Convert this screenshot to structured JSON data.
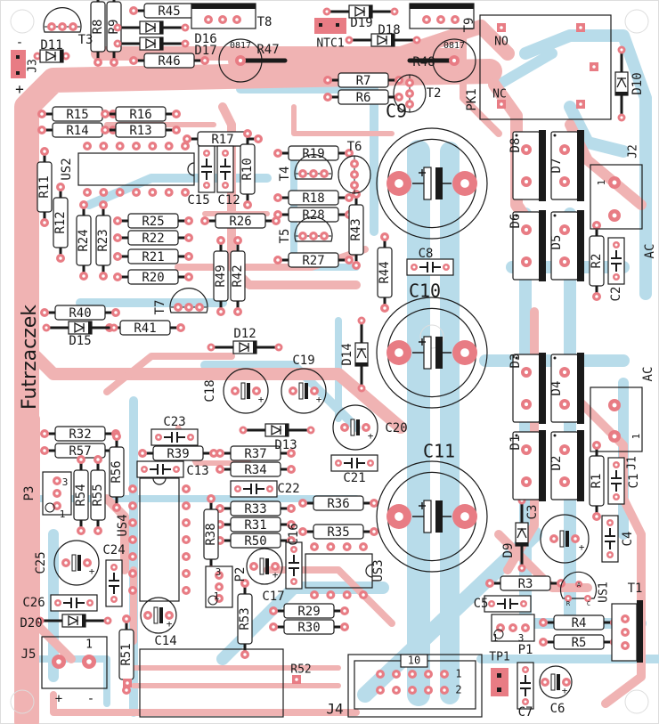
{
  "board": {
    "title": "Futrzaczek",
    "colors": {
      "background": "#ffffff",
      "top_copper": "#f0b3b3",
      "bottom_copper": "#b8dcea",
      "pad": "#e87c84",
      "silkscreen": "#1a1a1a"
    }
  },
  "resistors": [
    {
      "ref": "R45"
    },
    {
      "ref": "R46"
    },
    {
      "ref": "R8"
    },
    {
      "ref": "R9"
    },
    {
      "ref": "R15"
    },
    {
      "ref": "R16"
    },
    {
      "ref": "R14"
    },
    {
      "ref": "R13"
    },
    {
      "ref": "R17"
    },
    {
      "ref": "R11"
    },
    {
      "ref": "R12"
    },
    {
      "ref": "R10"
    },
    {
      "ref": "R24"
    },
    {
      "ref": "R23"
    },
    {
      "ref": "R25"
    },
    {
      "ref": "R22"
    },
    {
      "ref": "R21"
    },
    {
      "ref": "R20"
    },
    {
      "ref": "R26"
    },
    {
      "ref": "R49"
    },
    {
      "ref": "R42"
    },
    {
      "ref": "R19"
    },
    {
      "ref": "R18"
    },
    {
      "ref": "R28"
    },
    {
      "ref": "R27"
    },
    {
      "ref": "R43"
    },
    {
      "ref": "R44"
    },
    {
      "ref": "R7"
    },
    {
      "ref": "R6"
    },
    {
      "ref": "R40"
    },
    {
      "ref": "R41"
    },
    {
      "ref": "R32"
    },
    {
      "ref": "R57"
    },
    {
      "ref": "R56"
    },
    {
      "ref": "R54"
    },
    {
      "ref": "R55"
    },
    {
      "ref": "R39"
    },
    {
      "ref": "R37"
    },
    {
      "ref": "R34"
    },
    {
      "ref": "R33"
    },
    {
      "ref": "R31"
    },
    {
      "ref": "R50"
    },
    {
      "ref": "R38"
    },
    {
      "ref": "R36"
    },
    {
      "ref": "R35"
    },
    {
      "ref": "R29"
    },
    {
      "ref": "R30"
    },
    {
      "ref": "R53"
    },
    {
      "ref": "R51"
    },
    {
      "ref": "R2"
    },
    {
      "ref": "R1"
    },
    {
      "ref": "R3"
    },
    {
      "ref": "R4"
    },
    {
      "ref": "R5"
    }
  ],
  "trimmers": [
    {
      "ref": "R47",
      "marking": "0817"
    },
    {
      "ref": "R48",
      "marking": "0817"
    }
  ],
  "capacitors": [
    {
      "ref": "C15"
    },
    {
      "ref": "C12"
    },
    {
      "ref": "C8"
    },
    {
      "ref": "C2"
    },
    {
      "ref": "C1"
    },
    {
      "ref": "C4"
    },
    {
      "ref": "C23"
    },
    {
      "ref": "C13"
    },
    {
      "ref": "C22"
    },
    {
      "ref": "C21"
    },
    {
      "ref": "C16"
    },
    {
      "ref": "C24"
    },
    {
      "ref": "C26"
    },
    {
      "ref": "C5"
    },
    {
      "ref": "C7"
    }
  ],
  "electrolytics": [
    {
      "ref": "C9"
    },
    {
      "ref": "C10"
    },
    {
      "ref": "C11"
    },
    {
      "ref": "C18"
    },
    {
      "ref": "C19"
    },
    {
      "ref": "C20"
    },
    {
      "ref": "C25"
    },
    {
      "ref": "C17"
    },
    {
      "ref": "C14"
    },
    {
      "ref": "C3"
    },
    {
      "ref": "C6"
    }
  ],
  "diodes": [
    {
      "ref": "D16"
    },
    {
      "ref": "D17"
    },
    {
      "ref": "D19"
    },
    {
      "ref": "D18"
    },
    {
      "ref": "D11"
    },
    {
      "ref": "D10"
    },
    {
      "ref": "D15"
    },
    {
      "ref": "D12"
    },
    {
      "ref": "D13"
    },
    {
      "ref": "D14"
    },
    {
      "ref": "D20"
    },
    {
      "ref": "D9"
    }
  ],
  "bridge_diodes": [
    {
      "ref": "D8"
    },
    {
      "ref": "D7"
    },
    {
      "ref": "D6"
    },
    {
      "ref": "D5"
    },
    {
      "ref": "D3"
    },
    {
      "ref": "D4"
    },
    {
      "ref": "D1"
    },
    {
      "ref": "D2"
    }
  ],
  "transistors": [
    {
      "ref": "T3"
    },
    {
      "ref": "T2"
    },
    {
      "ref": "T4"
    },
    {
      "ref": "T5"
    },
    {
      "ref": "T6"
    },
    {
      "ref": "T7"
    },
    {
      "ref": "T8"
    },
    {
      "ref": "T9"
    },
    {
      "ref": "T1"
    }
  ],
  "ics": [
    {
      "ref": "US2"
    },
    {
      "ref": "US4"
    },
    {
      "ref": "US3"
    },
    {
      "ref": "US1",
      "pins": [
        "A",
        "R",
        "C"
      ]
    }
  ],
  "pots": [
    {
      "ref": "P3",
      "pin_labels": [
        "3",
        "1"
      ]
    },
    {
      "ref": "P2",
      "pin_labels": [
        "1",
        "3"
      ]
    },
    {
      "ref": "P1",
      "pin_labels": [
        "1",
        "3"
      ]
    }
  ],
  "connectors": [
    {
      "ref": "J3",
      "labels": [
        "-",
        "+"
      ]
    },
    {
      "ref": "J2",
      "labels": [
        "1",
        "AC"
      ]
    },
    {
      "ref": "J1",
      "labels": [
        "1",
        "AC"
      ]
    },
    {
      "ref": "J5",
      "labels": [
        "1",
        "+",
        "-"
      ]
    },
    {
      "ref": "J4",
      "labels": [
        "10",
        "1",
        "2"
      ]
    },
    {
      "ref": "TP1"
    },
    {
      "ref": "NTC1"
    }
  ],
  "relay": {
    "ref": "PK1",
    "labels": [
      "NO",
      "NC"
    ]
  }
}
